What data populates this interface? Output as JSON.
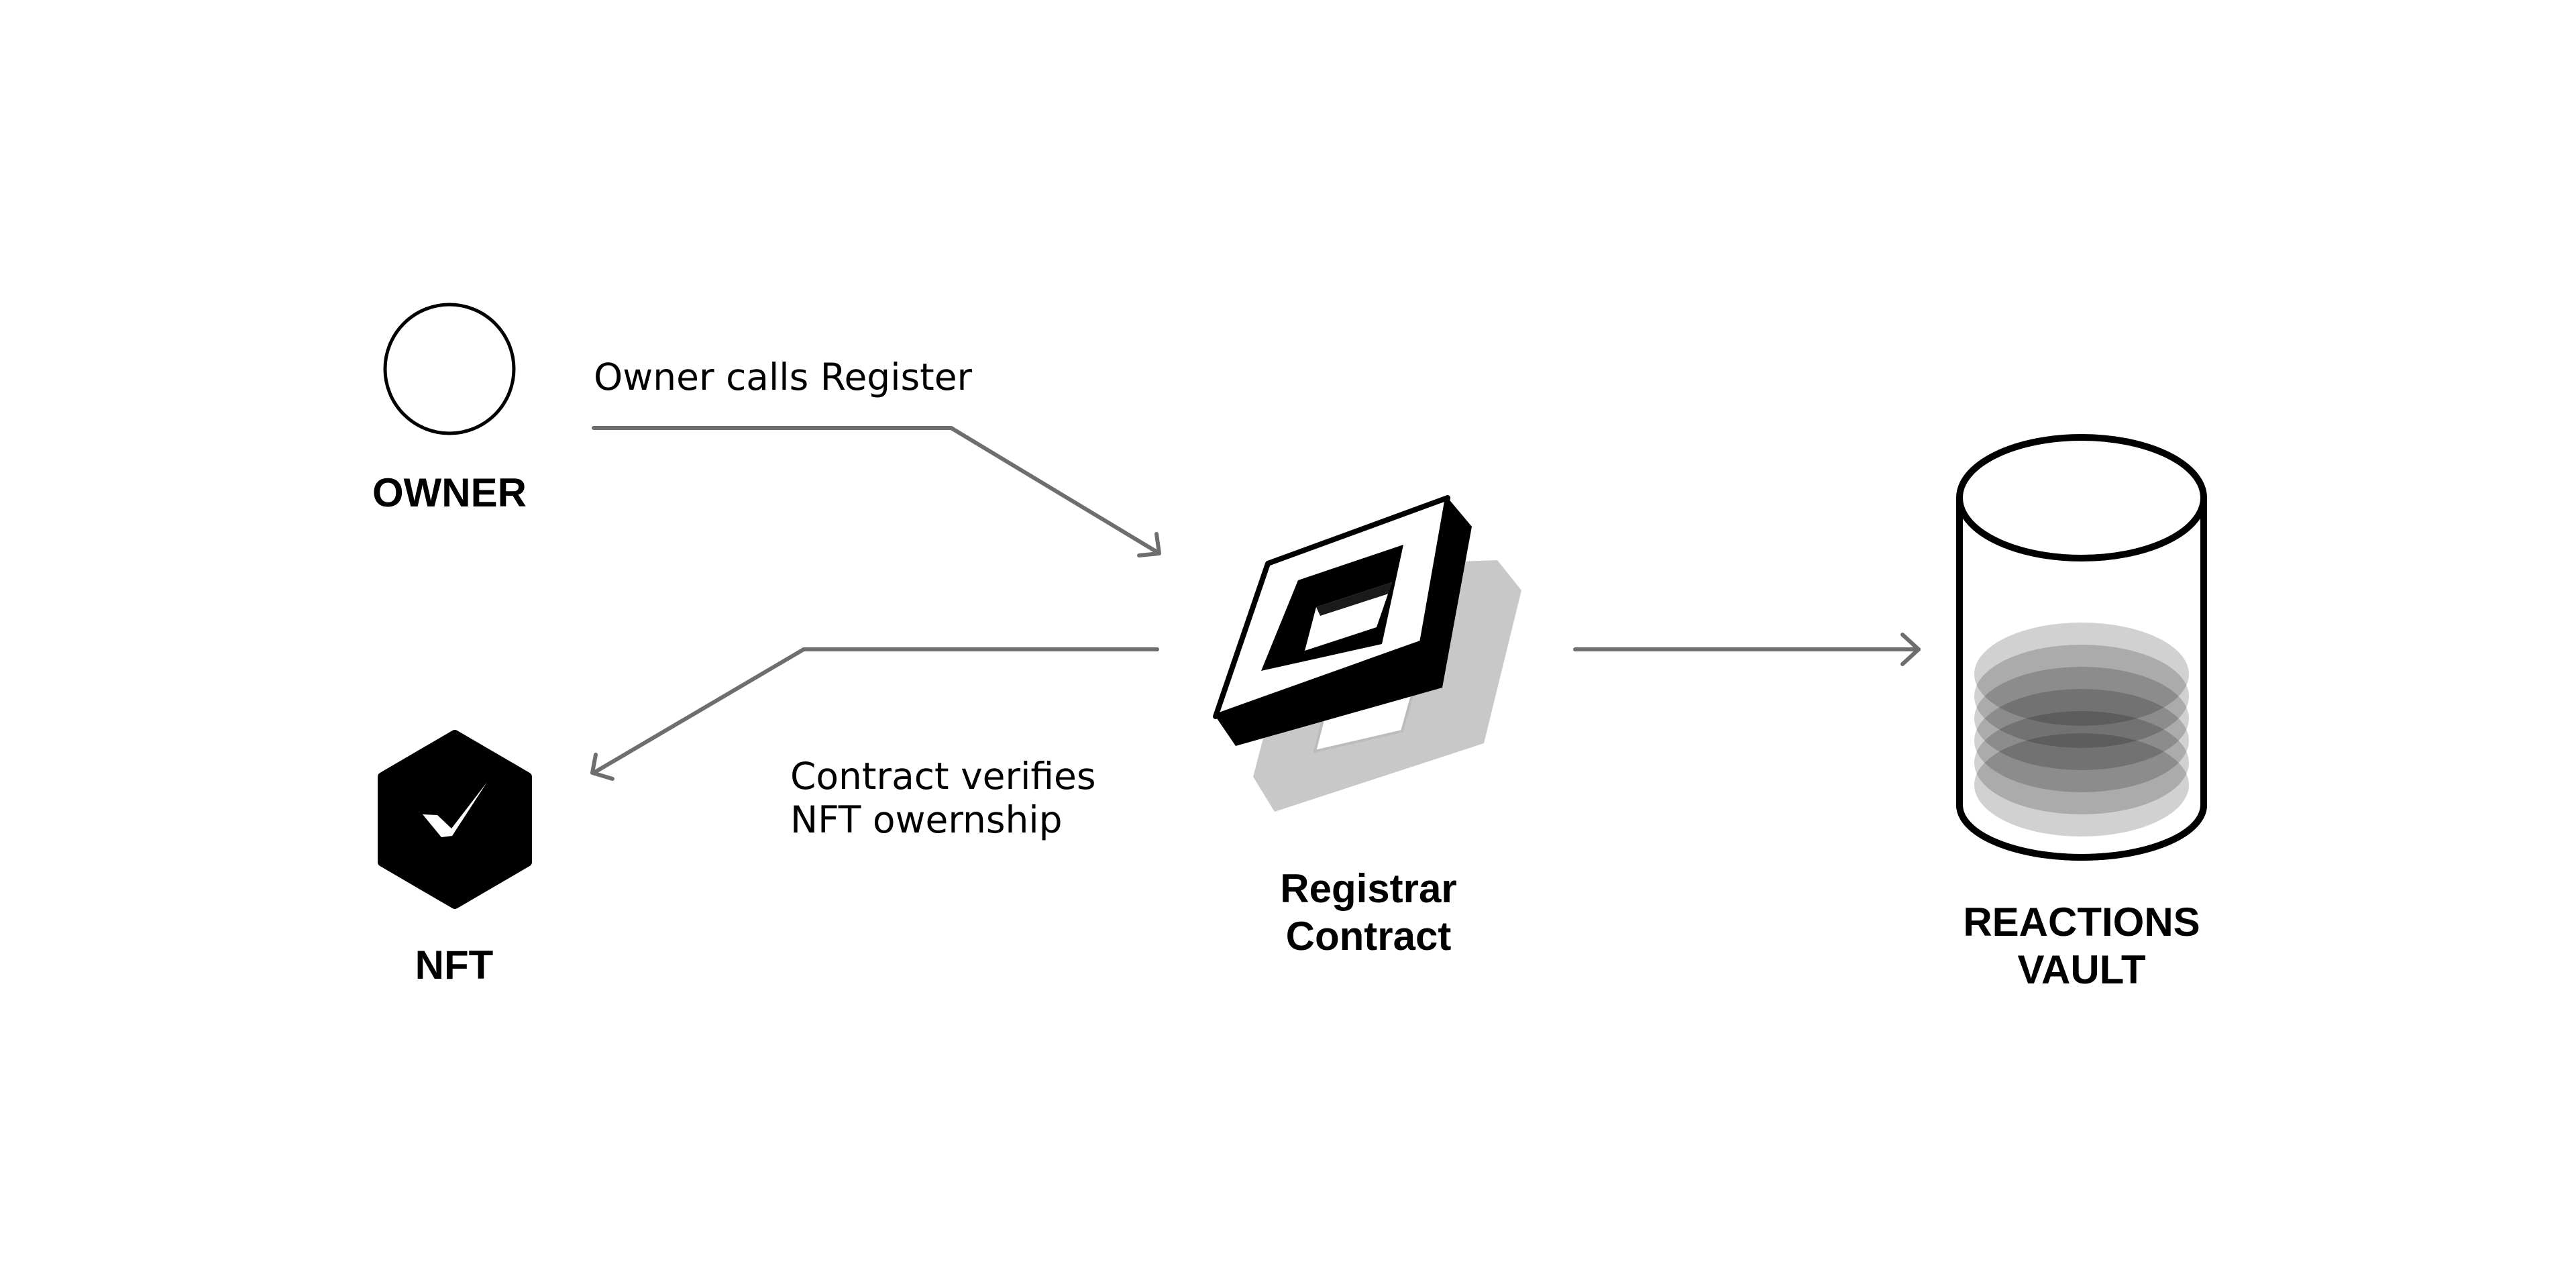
{
  "nodes": {
    "owner": {
      "label": "OWNER",
      "icon": "circle-icon"
    },
    "nft": {
      "label": "NFT",
      "icon": "hexagon-check-icon"
    },
    "registrar": {
      "line1": "Registrar",
      "line2": "Contract",
      "icon": "frame-block-icon"
    },
    "vault": {
      "line1": "REACTIONS",
      "line2": "VAULT",
      "icon": "cylinder-icon"
    }
  },
  "edges": {
    "register": {
      "label": "Owner calls Register"
    },
    "verify": {
      "line1": "Contract verifies",
      "line2": "NFT owernship"
    },
    "deposit": {
      "label": ""
    }
  },
  "colors": {
    "stroke": "#000000",
    "arrow": "#6e6e6e",
    "shadow": "#c9c9c9",
    "background": "#ffffff"
  }
}
